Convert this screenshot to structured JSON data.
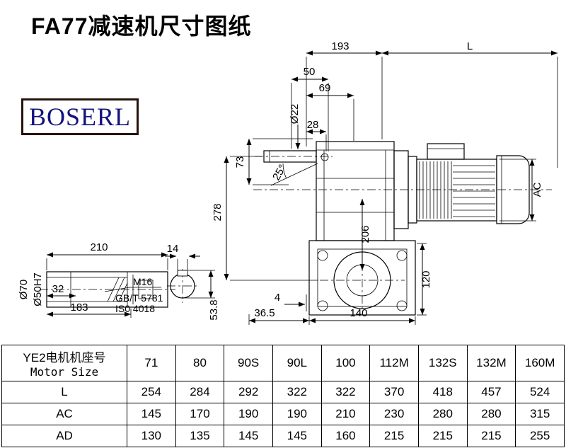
{
  "title": "FA77减速机尺寸图纸",
  "logo": "BOSERL",
  "drawing": {
    "dims": {
      "w193": "193",
      "L": "L",
      "w50": "50",
      "w69": "69",
      "dia22": "Ø22",
      "w28": "28",
      "h73": "73",
      "ang25": "25°",
      "h278": "278",
      "h206": "206",
      "AC": "AC",
      "h120": "120",
      "w4": "4",
      "w36_5": "36.5",
      "w140": "140",
      "w210": "210",
      "w14": "14",
      "w32": "32",
      "w183": "183",
      "dia70": "Ø70",
      "dia50h7": "Ø50H7",
      "m16": "M16",
      "gb": "GB/T 5781",
      "iso": "IS0 4018",
      "h53_8": "53.8"
    }
  },
  "table": {
    "header": {
      "line1": "YE2电机机座号",
      "line2": "Motor Size",
      "sizes": [
        "71",
        "80",
        "90S",
        "90L",
        "100",
        "112M",
        "132S",
        "132M",
        "160M"
      ]
    },
    "rows": [
      {
        "label": "L",
        "values": [
          "254",
          "284",
          "292",
          "322",
          "322",
          "370",
          "418",
          "457",
          "524"
        ]
      },
      {
        "label": "AC",
        "values": [
          "145",
          "170",
          "190",
          "190",
          "210",
          "230",
          "280",
          "280",
          "315"
        ]
      },
      {
        "label": "AD",
        "values": [
          "130",
          "135",
          "145",
          "145",
          "160",
          "215",
          "215",
          "215",
          "255"
        ]
      }
    ]
  }
}
